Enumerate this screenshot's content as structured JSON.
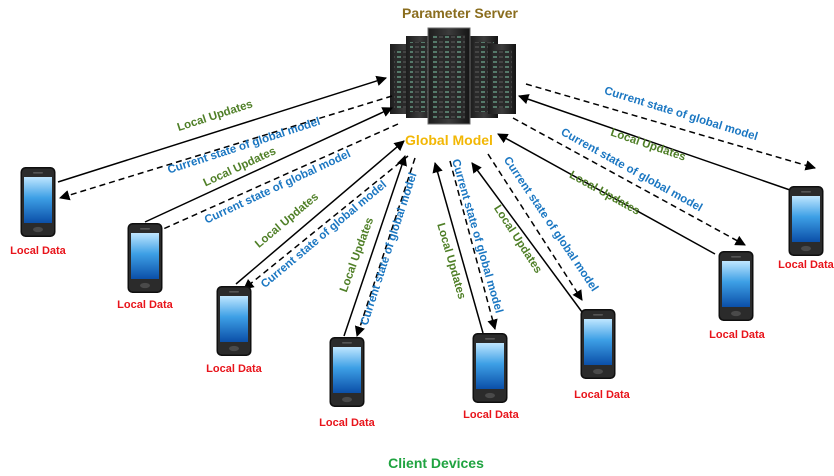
{
  "server": {
    "title": "Parameter Server",
    "icon": "server-rack-icon"
  },
  "global_model_label": "Global Model",
  "client_devices_label": "Client Devices",
  "edge_labels": {
    "local_updates": "Local Updates",
    "current_state": "Current state of global model"
  },
  "clients": [
    {
      "id": "client-1",
      "label": "Local Data",
      "icon": "smartphone-icon"
    },
    {
      "id": "client-2",
      "label": "Local Data",
      "icon": "smartphone-icon"
    },
    {
      "id": "client-3",
      "label": "Local Data",
      "icon": "smartphone-icon"
    },
    {
      "id": "client-4",
      "label": "Local Data",
      "icon": "smartphone-icon"
    },
    {
      "id": "client-5",
      "label": "Local Data",
      "icon": "smartphone-icon"
    },
    {
      "id": "client-6",
      "label": "Local Data",
      "icon": "smartphone-icon"
    },
    {
      "id": "client-7",
      "label": "Local Data",
      "icon": "smartphone-icon"
    },
    {
      "id": "client-8",
      "label": "Local Data",
      "icon": "smartphone-icon"
    }
  ],
  "colors": {
    "server_title": "#8a6d1e",
    "global_model": "#f2b705",
    "client_devices": "#1fa340",
    "local_data": "#e8141b",
    "local_updates": "#4f7f27",
    "current_state": "#1b77c2"
  }
}
